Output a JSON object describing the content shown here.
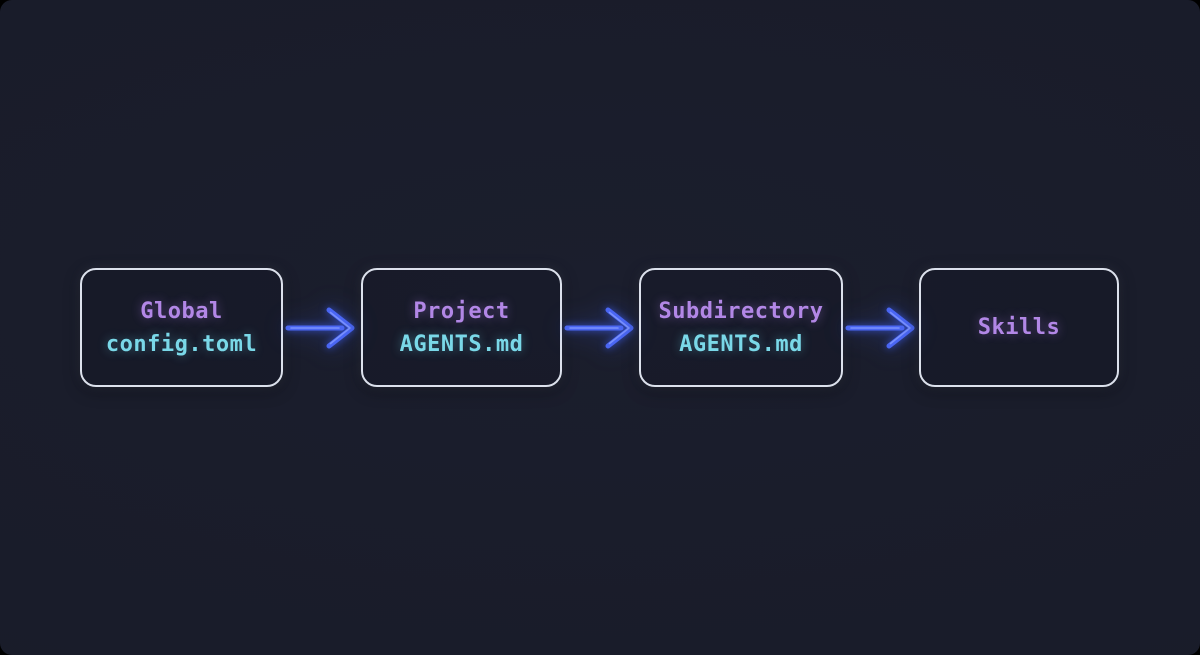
{
  "colors": {
    "background": "#1b1e2d",
    "box_border": "#dce1ec",
    "label_primary": "#b287e6",
    "label_secondary": "#7ad8e8",
    "arrow": "#4a66f3"
  },
  "diagram": {
    "nodes": [
      {
        "id": "global-config",
        "line1": "Global",
        "line2": "config.toml"
      },
      {
        "id": "project-agents",
        "line1": "Project",
        "line2": "AGENTS.md"
      },
      {
        "id": "subdirectory-agents",
        "line1": "Subdirectory",
        "line2": "AGENTS.md"
      },
      {
        "id": "skills",
        "line1": "Skills",
        "line2": ""
      }
    ],
    "connections": [
      {
        "from": "global-config",
        "to": "project-agents"
      },
      {
        "from": "project-agents",
        "to": "subdirectory-agents"
      },
      {
        "from": "subdirectory-agents",
        "to": "skills"
      }
    ]
  }
}
